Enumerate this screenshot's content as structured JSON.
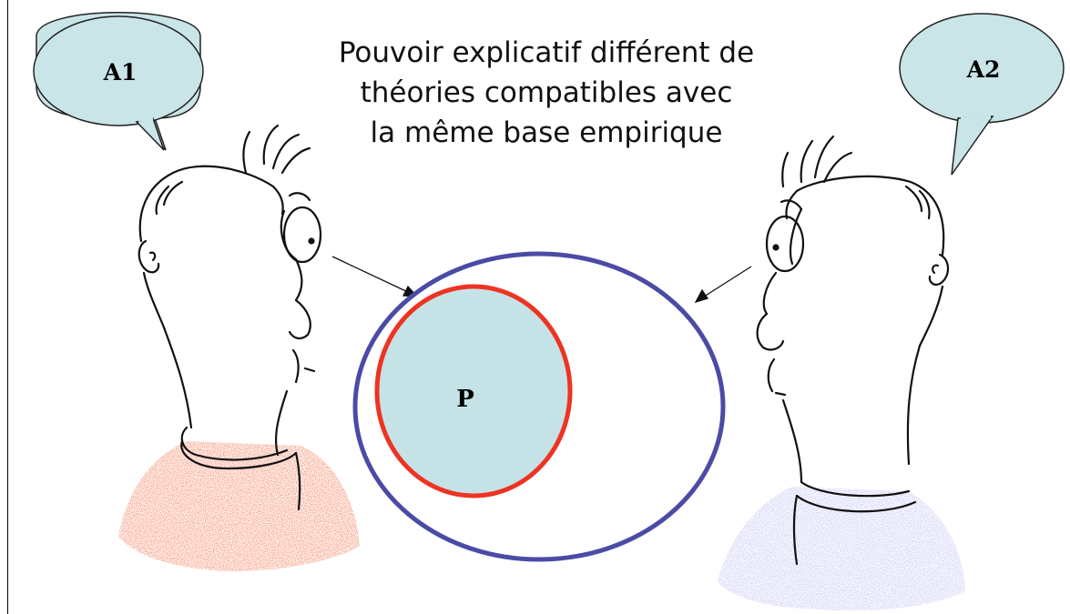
{
  "caption": {
    "line1": "Pouvoir explicatif différent de",
    "line2": "théories compatibles avec",
    "line3": "la même base empirique"
  },
  "bubbles": {
    "left": {
      "label": "A1"
    },
    "right": {
      "label": "A2"
    }
  },
  "diagram": {
    "inner_label": "P",
    "outer_color": "#4b4ba6",
    "inner_color": "#ee3322",
    "inner_fill": "#c5e3e6"
  },
  "colors": {
    "bubble_fill": "#c9e5e8",
    "left_shirt": "#e63b1e",
    "right_shirt": "#8c8ce8",
    "line": "#111111"
  }
}
